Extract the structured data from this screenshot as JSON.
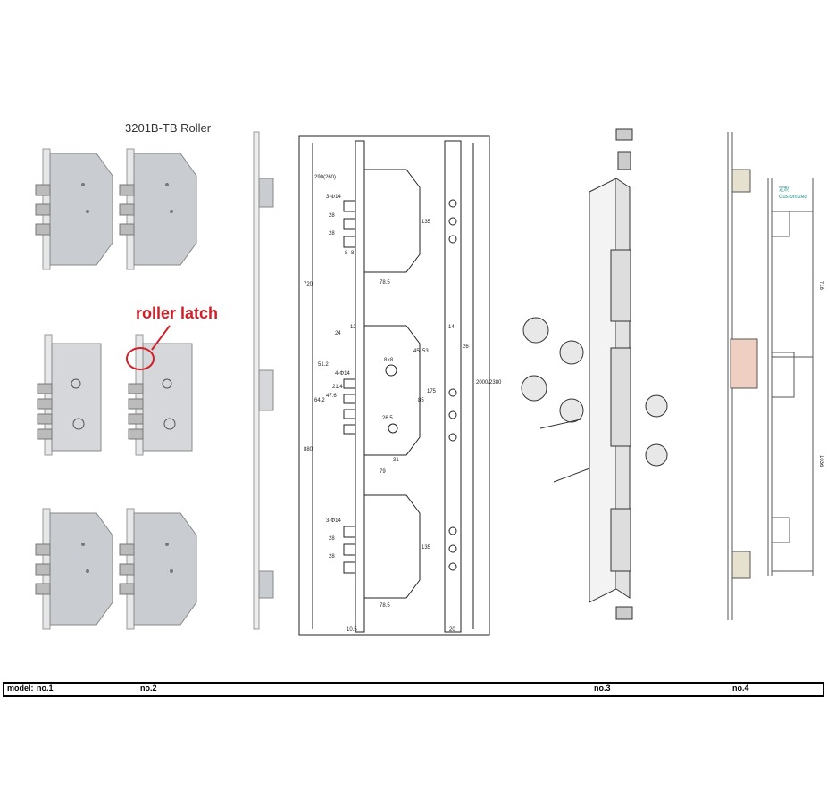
{
  "header": {
    "title": "3201B-TB Roller",
    "callout": "roller latch"
  },
  "drawing": {
    "dims_top": [
      "290(260)",
      "3-Φ14",
      "28",
      "28",
      "8",
      "8",
      "135",
      "78.5"
    ],
    "dims_mid": [
      "720",
      "24",
      "12",
      "45",
      "53",
      "8×8",
      "4-Φ14",
      "51.2",
      "64.2",
      "47.6",
      "21.4",
      "85",
      "175",
      "26.5",
      "31",
      "79",
      "14",
      "26",
      "2000/2380"
    ],
    "dims_bottom": [
      "880",
      "3-Φ14",
      "28",
      "28",
      "135",
      "78.5",
      "10.5",
      "20"
    ]
  },
  "side_drawing": {
    "customized_cn": "定制",
    "customized": "Customized",
    "dim_upper": "718",
    "dim_lower": "1036"
  },
  "model_row": {
    "label": "model:",
    "items": [
      "no.1",
      "no.2",
      "no.3",
      "no.4"
    ]
  },
  "colors": {
    "callout": "#d0202a",
    "line": "#222222",
    "lock_body": "#c9ccd0"
  }
}
